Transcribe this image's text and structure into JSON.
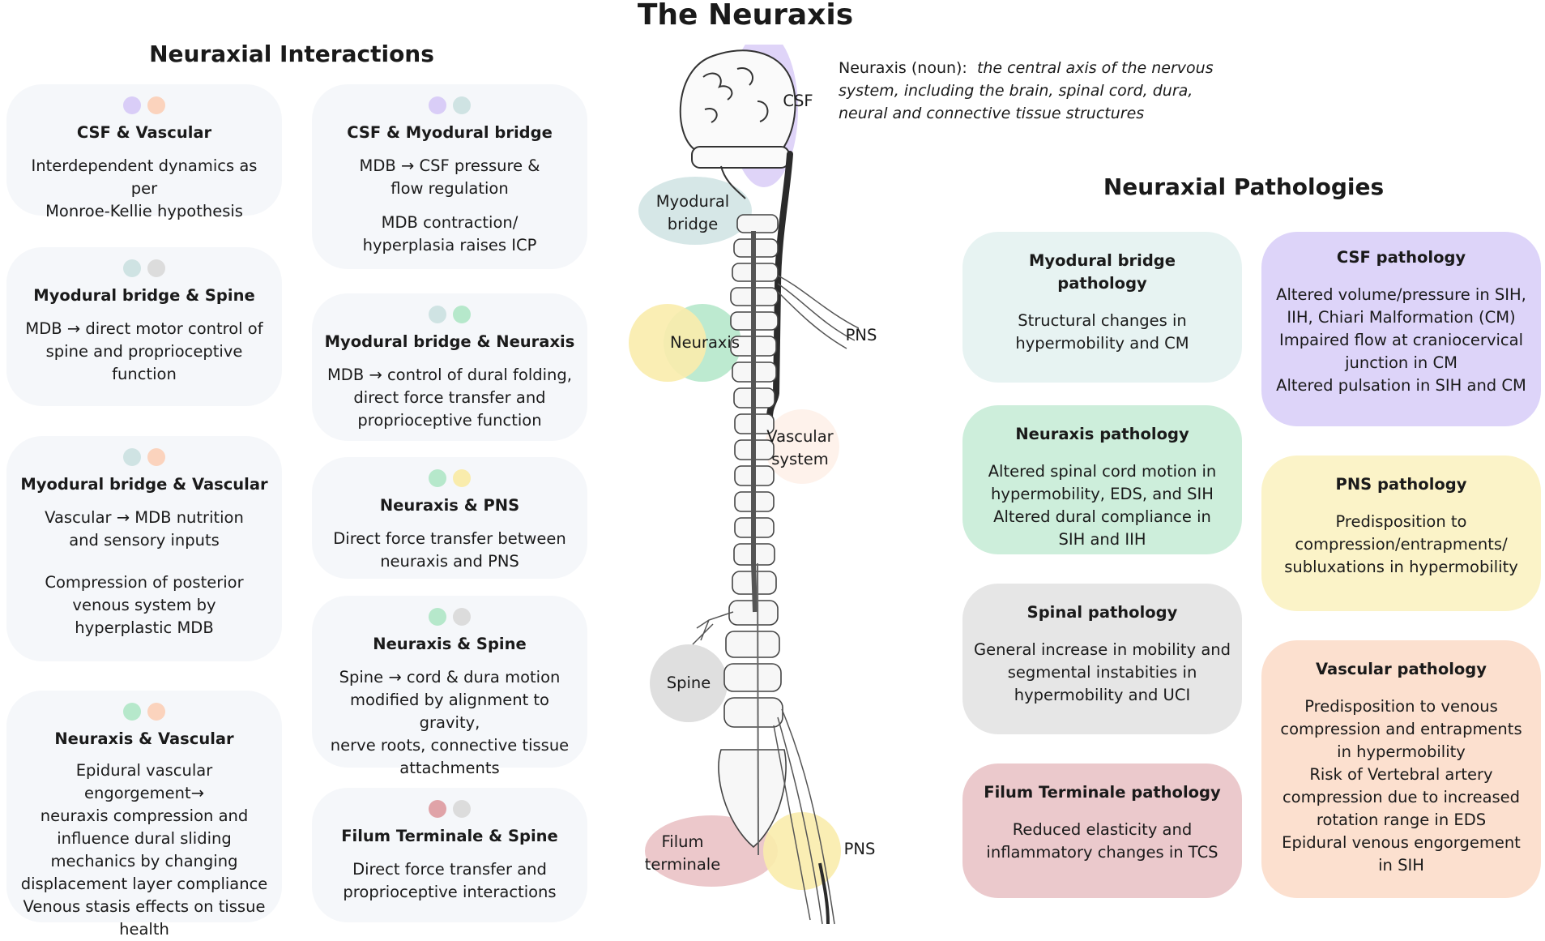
{
  "title": "The Neuraxis",
  "definition": {
    "term": "Neuraxis (noun):",
    "text": "the central axis of the nervous system, including the brain, spinal cord, dura, neural and connective tissue structures"
  },
  "colors": {
    "csf": "#d9cdf7",
    "vascular": "#fbd3bd",
    "myodural": "#cfe3e3",
    "spine": "#dcdcdc",
    "neuraxis": "#b6e8cb",
    "pns": "#f9ecac",
    "filum": "#e0a3a8",
    "interaction_card": "#f5f7fa"
  },
  "interactions": {
    "heading": "Neuraxial Interactions",
    "cards": [
      {
        "title": "CSF & Vascular",
        "dots": [
          "csf",
          "vascular"
        ],
        "body": "Interdependent dynamics as per\nMonroe-Kellie hypothesis"
      },
      {
        "title": "Myodural bridge & Spine",
        "dots": [
          "myodural",
          "spine"
        ],
        "body": "MDB → direct motor control of\nspine and proprioceptive\nfunction"
      },
      {
        "title": "Myodural bridge & Vascular",
        "dots": [
          "myodural",
          "vascular"
        ],
        "body": "Vascular → MDB nutrition\nand sensory inputs",
        "body2": "Compression of posterior\nvenous system by\nhyperplastic MDB"
      },
      {
        "title": "Neuraxis & Vascular",
        "dots": [
          "neuraxis",
          "vascular"
        ],
        "body": "Epidural vascular engorgement→\nneuraxis compression and\ninfluence dural sliding\nmechanics by changing\ndisplacement layer compliance\nVenous stasis effects on tissue\nhealth"
      },
      {
        "title": "CSF & Myodural bridge",
        "dots": [
          "csf",
          "myodural"
        ],
        "body": "MDB → CSF pressure &\nflow regulation",
        "body2": "MDB contraction/\nhyperplasia raises ICP"
      },
      {
        "title": "Myodural bridge & Neuraxis",
        "dots": [
          "myodural",
          "neuraxis"
        ],
        "body": "MDB → control of dural folding,\ndirect force transfer and\nproprioceptive function"
      },
      {
        "title": "Neuraxis & PNS",
        "dots": [
          "neuraxis",
          "pns"
        ],
        "body": "Direct force transfer between\nneuraxis and PNS"
      },
      {
        "title": "Neuraxis & Spine",
        "dots": [
          "neuraxis",
          "spine"
        ],
        "body": "Spine → cord & dura motion\nmodified by alignment to gravity,\nnerve roots, connective tissue\nattachments"
      },
      {
        "title": "Filum Terminale & Spine",
        "dots": [
          "filum",
          "spine"
        ],
        "body": "Direct force transfer and\nproprioceptive interactions"
      }
    ]
  },
  "pathologies": {
    "heading": "Neuraxial Pathologies",
    "cards": [
      {
        "title": "Myodural bridge\npathology",
        "color": "#e7f3f2",
        "body": "Structural changes in\nhypermobility and CM"
      },
      {
        "title": "Neuraxis pathology",
        "color": "#cdeedb",
        "body": "Altered spinal cord motion in\nhypermobility, EDS, and SIH\nAltered dural compliance in\nSIH and IIH"
      },
      {
        "title": "Spinal pathology",
        "color": "#e6e6e6",
        "body": "General increase in mobility and\nsegmental instabities in\nhypermobility and UCI"
      },
      {
        "title": "Filum Terminale pathology",
        "color": "#ebc9cc",
        "body": "Reduced elasticity and\ninflammatory changes in TCS"
      },
      {
        "title": "CSF pathology",
        "color": "#ddd4f9",
        "body": "Altered volume/pressure in SIH,\nIIH, Chiari Malformation (CM)\nImpaired flow at craniocervical\njunction in CM\nAltered pulsation in SIH and CM"
      },
      {
        "title": "PNS pathology",
        "color": "#fbf3c8",
        "body": "Predisposition to\ncompression/entrapments/\nsubluxations in hypermobility"
      },
      {
        "title": "Vascular pathology",
        "color": "#fce0cf",
        "body": "Predisposition to venous\ncompression and entrapments\nin hypermobility\nRisk of Vertebral artery\ncompression due to increased\nrotation range in EDS\nEpidural venous engorgement\nin SIH"
      }
    ]
  },
  "figure_labels": {
    "csf": "CSF",
    "myodural": "Myodural\nbridge",
    "neuraxis": "Neuraxis",
    "pns_upper": "PNS",
    "vascular": "Vascular\nsystem",
    "spine": "Spine",
    "filum": "Filum\nterminale",
    "pns_lower": "PNS"
  }
}
